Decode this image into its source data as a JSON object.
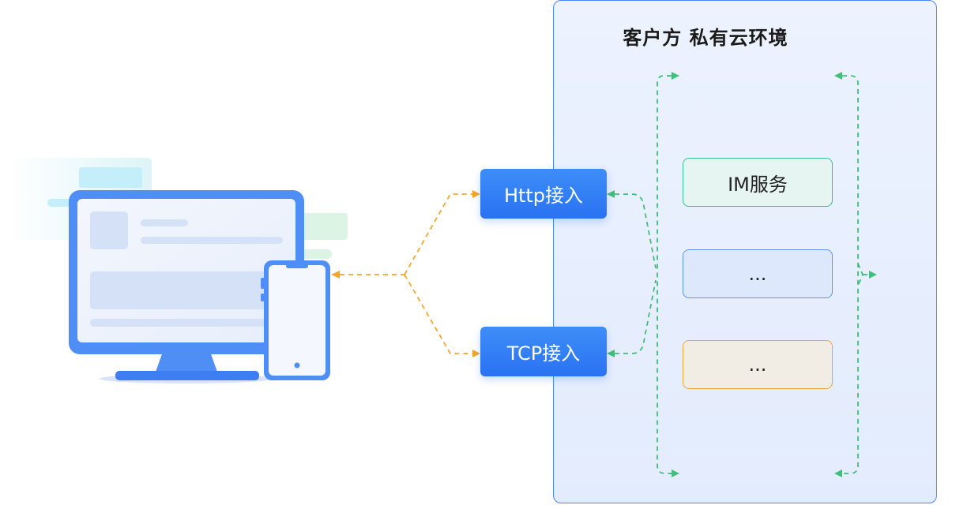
{
  "panel": {
    "title": "客户方 私有云环境"
  },
  "gateways": [
    {
      "label": "Http接入"
    },
    {
      "label": "TCP接入"
    }
  ],
  "services": [
    {
      "label": "IM服务"
    },
    {
      "label": "..."
    },
    {
      "label": "..."
    }
  ],
  "colors": {
    "panel_border": "#4a86f4",
    "gateway_fill": "#2a72f2",
    "client_link": "#f5a52a",
    "internal_link": "#3fbf7a",
    "service_green": "#3ac08a",
    "service_blue": "#5c95f2",
    "service_orange": "#f3a63c"
  }
}
